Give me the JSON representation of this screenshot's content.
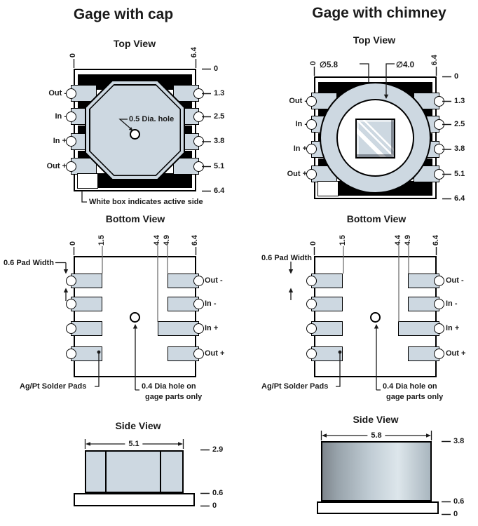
{
  "cols": [
    {
      "title": "Gage with cap",
      "top_view": {
        "title": "Top View",
        "top_ruler": [
          "0",
          "6.4"
        ],
        "right_ruler": [
          "0",
          "1.3",
          "2.5",
          "3.8",
          "5.1",
          "6.4"
        ],
        "pins": [
          "Out -",
          "In -",
          "In +",
          "Out +"
        ],
        "hole_note": "0.5 Dia. hole",
        "active_note": "White box indicates active side"
      },
      "bottom_view": {
        "title": "Bottom View",
        "top_ruler": [
          "0",
          "1.5",
          "4.4",
          "4.9",
          "6.4"
        ],
        "pins": [
          "Out -",
          "In -",
          "In +",
          "Out +"
        ],
        "pad_width_note": "0.6 Pad Width",
        "solder_note": "Ag/Pt Solder Pads",
        "hole_note_line1": "0.4 Dia hole on",
        "hole_note_line2": "gage parts only"
      },
      "side_view": {
        "title": "Side View",
        "width_dim": "5.1",
        "height_ruler": [
          "2.9",
          "0.6",
          "0"
        ]
      }
    },
    {
      "title": "Gage with chimney",
      "top_view": {
        "title": "Top View",
        "dia_outer": "∅5.8",
        "dia_inner": "∅4.0",
        "top_ruler": [
          "0",
          "6.4"
        ],
        "right_ruler": [
          "0",
          "1.3",
          "2.5",
          "3.8",
          "5.1",
          "6.4"
        ],
        "pins": [
          "Out -",
          "In -",
          "In +",
          "Out +"
        ]
      },
      "bottom_view": {
        "title": "Bottom View",
        "top_ruler": [
          "0",
          "1.5",
          "4.4",
          "4.9",
          "6.4"
        ],
        "pins": [
          "Out -",
          "In -",
          "In +",
          "Out +"
        ],
        "pad_width_note": "0.6 Pad Width",
        "solder_note": "Ag/Pt Solder Pads",
        "hole_note_line1": "0.4 Dia hole on",
        "hole_note_line2": "gage parts only"
      },
      "side_view": {
        "title": "Side View",
        "width_dim": "5.8",
        "height_ruler": [
          "3.8",
          "0.6",
          "0"
        ]
      }
    }
  ],
  "colors": {
    "pad": "#cdd8e1",
    "ink": "#1a1a1a"
  }
}
